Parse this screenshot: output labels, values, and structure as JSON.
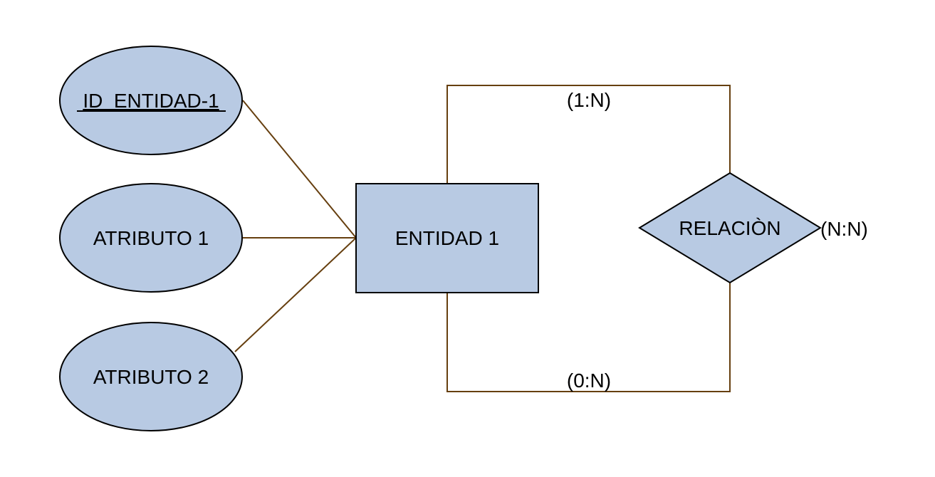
{
  "colors": {
    "shape_fill": "#b8cae3",
    "shape_stroke": "#000000",
    "connector": "#663f0f",
    "background": "#ffffff"
  },
  "attributes": [
    {
      "label": "ID_ENTIDAD-1",
      "is_key": true
    },
    {
      "label": "ATRIBUTO 1",
      "is_key": false
    },
    {
      "label": "ATRIBUTO 2",
      "is_key": false
    }
  ],
  "entity": {
    "label": "ENTIDAD 1"
  },
  "relationship": {
    "label": "RELACIÒN"
  },
  "cardinalities": {
    "top": "(1:N)",
    "bottom": "(0:N)",
    "right": "(N:N)"
  }
}
